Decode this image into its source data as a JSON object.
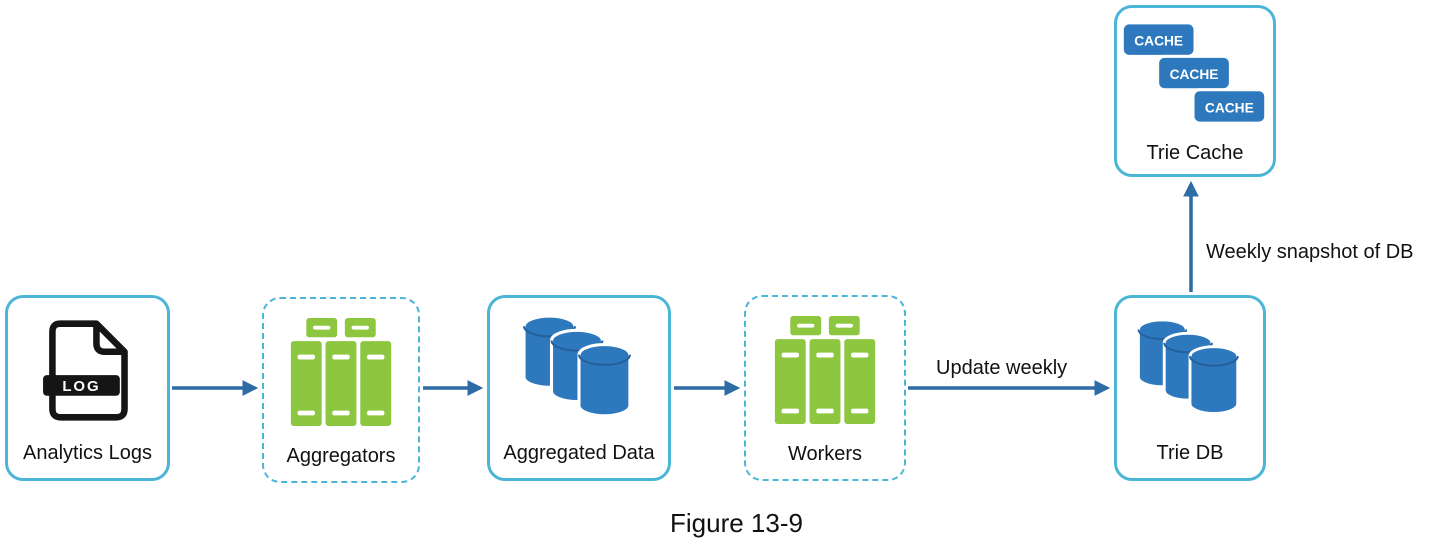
{
  "figure": {
    "caption": "Figure 13-9"
  },
  "colors": {
    "box_border": "#4bb5d8",
    "arrow": "#2d6ca4",
    "database_blue": "#2e79bd",
    "server_green": "#8dc63f",
    "document_black": "#151515"
  },
  "nodes": {
    "analytics_logs": {
      "label": "Analytics Logs",
      "icon": "log-document-icon",
      "log_text": "LOG",
      "border_style": "solid"
    },
    "aggregators": {
      "label": "Aggregators",
      "icon": "server-cluster-icon",
      "border_style": "dashed"
    },
    "aggregated_data": {
      "label": "Aggregated Data",
      "icon": "database-cluster-icon",
      "border_style": "solid"
    },
    "workers": {
      "label": "Workers",
      "icon": "server-cluster-icon",
      "border_style": "dashed"
    },
    "trie_db": {
      "label": "Trie DB",
      "icon": "database-cluster-icon",
      "border_style": "solid"
    },
    "trie_cache": {
      "label": "Trie Cache",
      "icon": "cache-stack-icon",
      "cache_label": "CACHE",
      "border_style": "solid"
    }
  },
  "edges": [
    {
      "from": "analytics_logs",
      "to": "aggregators",
      "label": ""
    },
    {
      "from": "aggregators",
      "to": "aggregated_data",
      "label": ""
    },
    {
      "from": "aggregated_data",
      "to": "workers",
      "label": ""
    },
    {
      "from": "workers",
      "to": "trie_db",
      "label": "Update weekly"
    },
    {
      "from": "trie_db",
      "to": "trie_cache",
      "label": "Weekly snapshot of DB"
    }
  ]
}
